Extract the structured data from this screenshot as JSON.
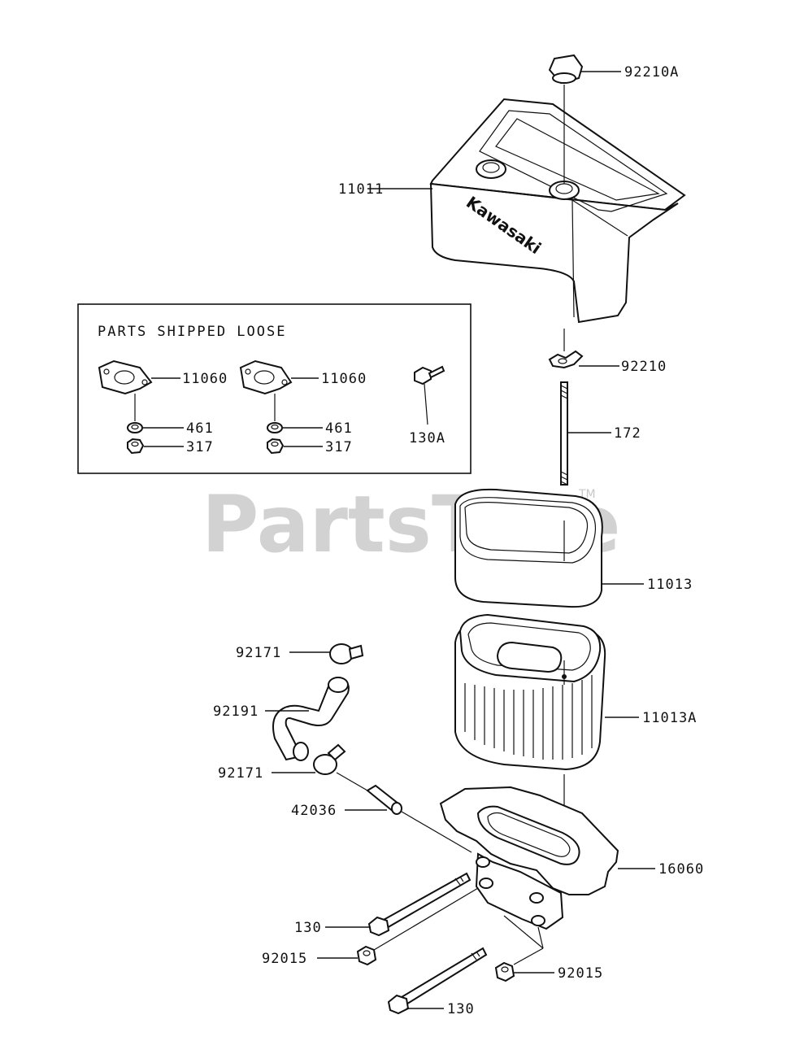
{
  "watermark": {
    "text": "PartsTree",
    "tm": "TM"
  },
  "loose_box": {
    "title": "PARTS SHIPPED LOOSE"
  },
  "brand_text": "Kawasaki",
  "labels": {
    "p92210A": "92210A",
    "p11011": "11011",
    "p92210": "92210",
    "p172": "172",
    "p11013": "11013",
    "p11013A": "11013A",
    "p92171_top": "92171",
    "p92191": "92191",
    "p92171_bot": "92171",
    "p42036": "42036",
    "p16060": "16060",
    "p130_left": "130",
    "p92015_left": "92015",
    "p92015_right": "92015",
    "p130_bottom": "130",
    "loose_11060_a": "11060",
    "loose_11060_b": "11060",
    "loose_461_a": "461",
    "loose_461_b": "461",
    "loose_317_a": "317",
    "loose_317_b": "317",
    "loose_130A": "130A"
  }
}
